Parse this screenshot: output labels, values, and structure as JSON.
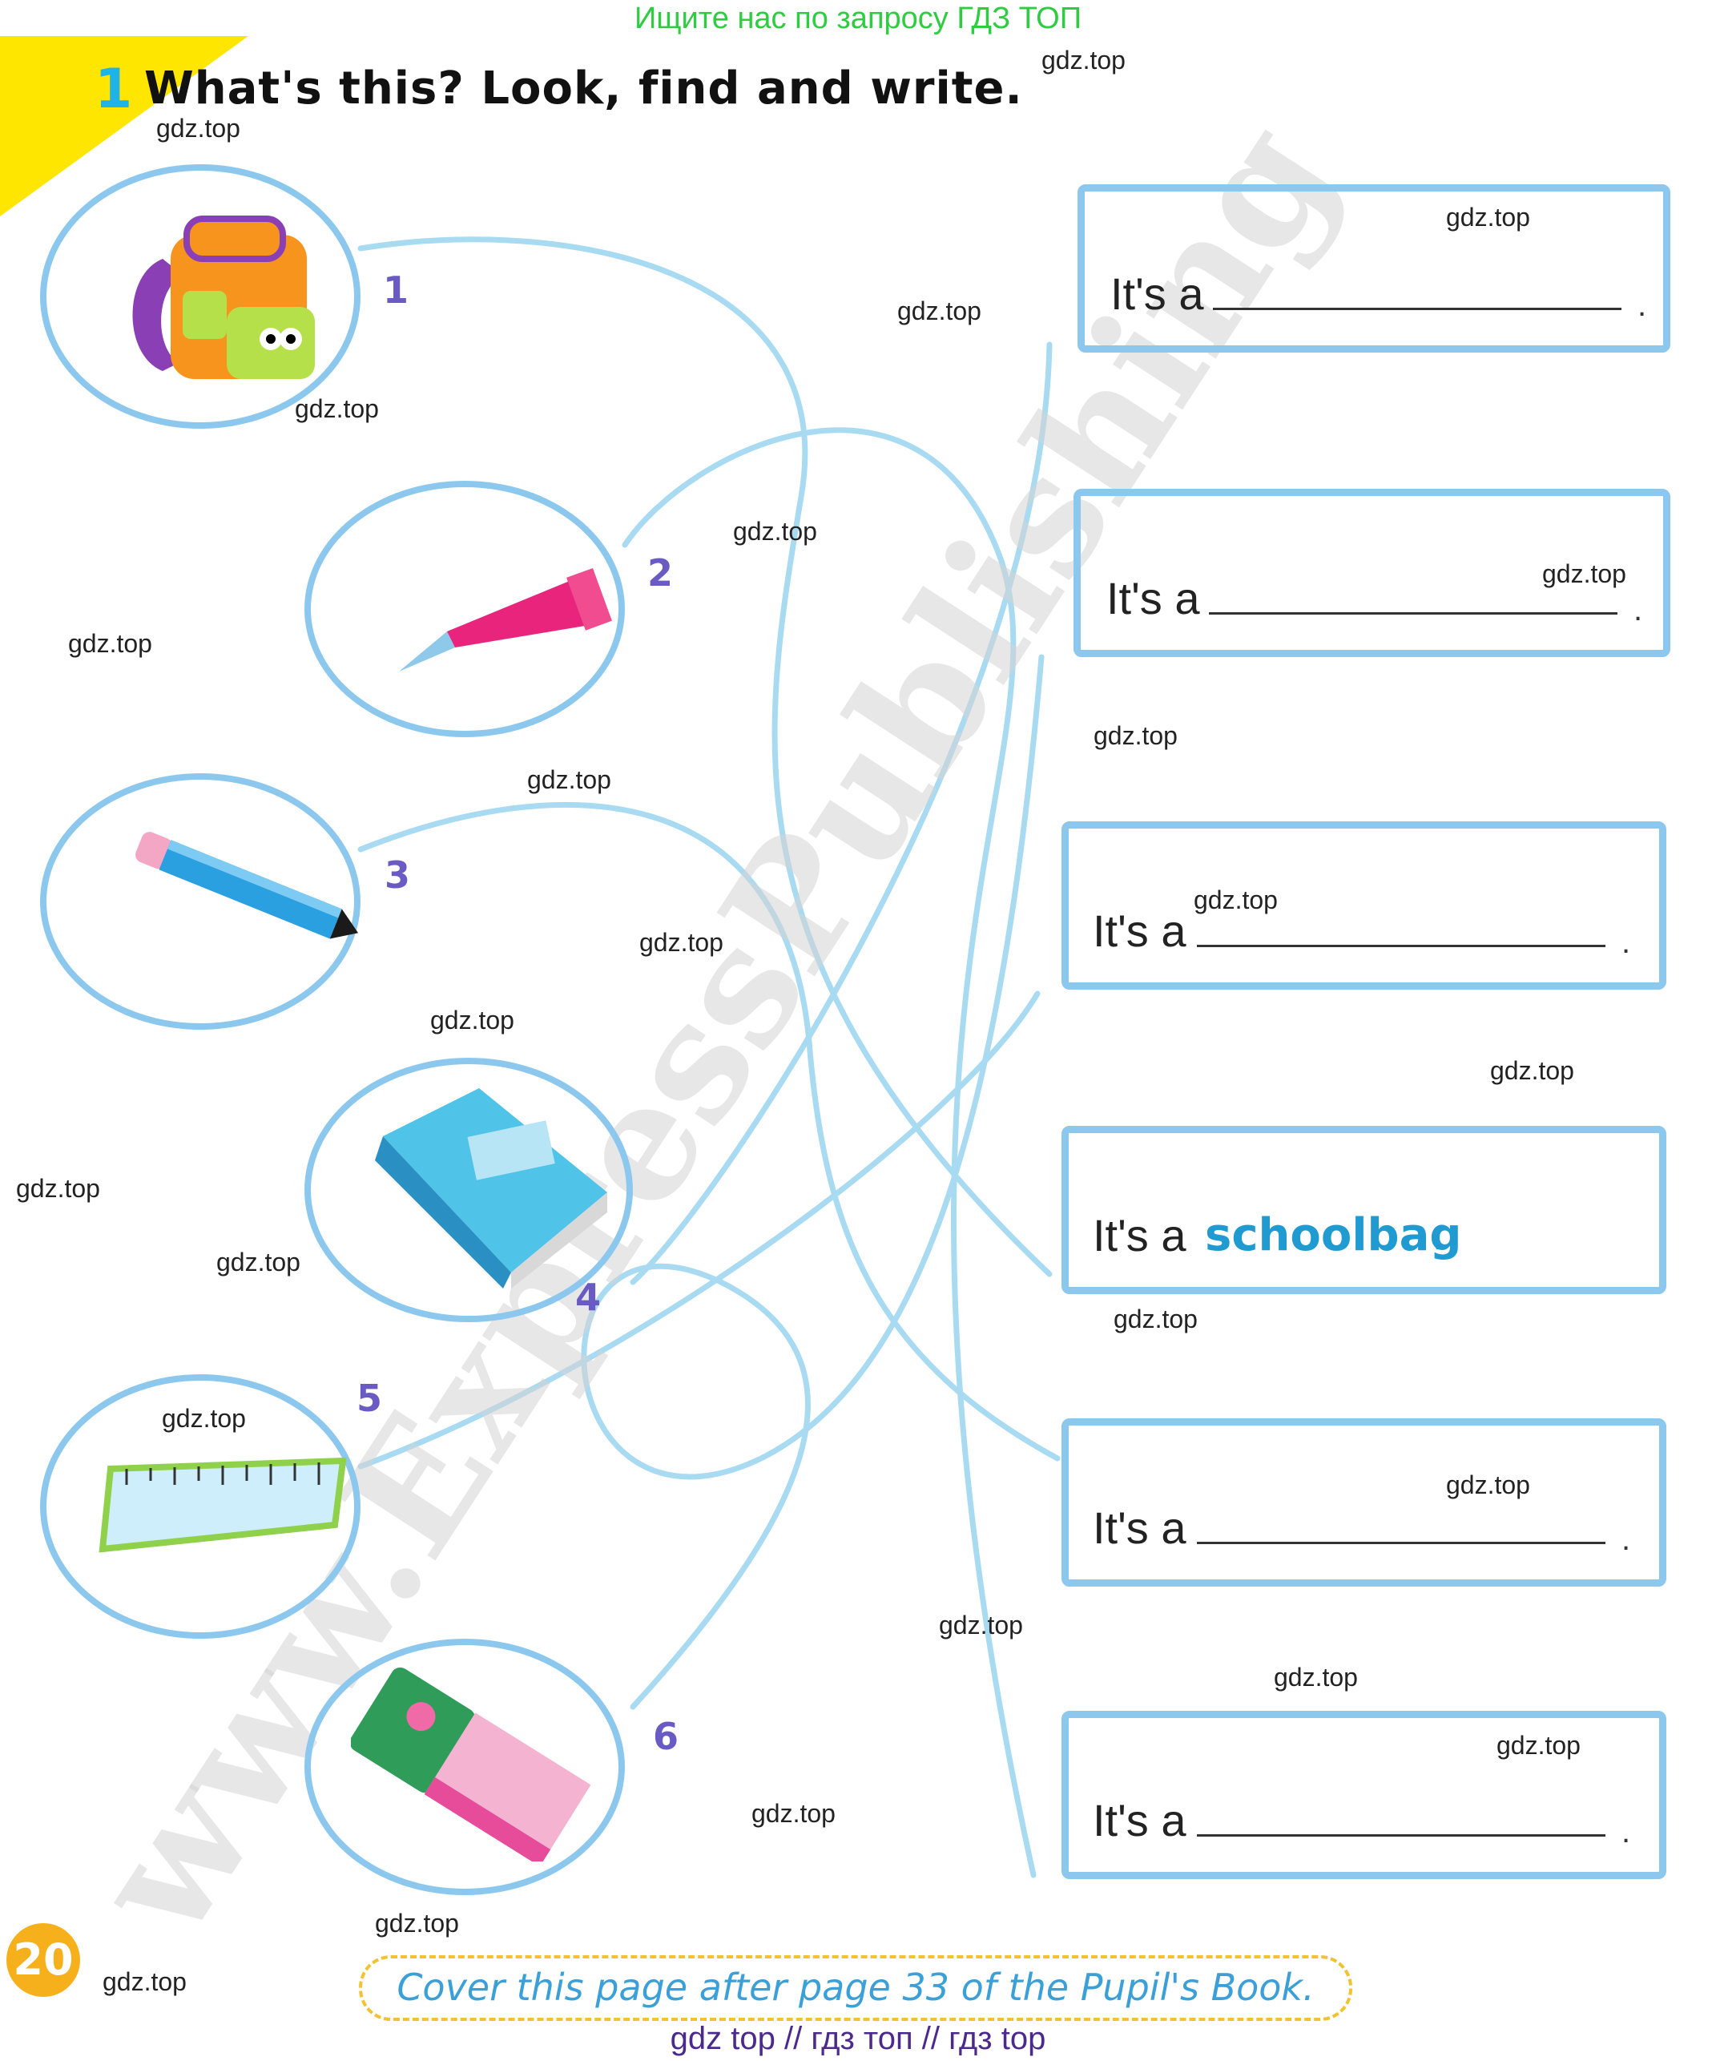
{
  "banner": "Ищите нас по запросу ГДЗ ТОП",
  "exercise": {
    "number": "1",
    "title": "What's this? Look, find and write."
  },
  "items": [
    {
      "number": "1",
      "icon": "schoolbag-icon"
    },
    {
      "number": "2",
      "icon": "pen-icon"
    },
    {
      "number": "3",
      "icon": "pencil-icon"
    },
    {
      "number": "4",
      "icon": "book-icon"
    },
    {
      "number": "5",
      "icon": "ruler-icon"
    },
    {
      "number": "6",
      "icon": "eraser-icon"
    }
  ],
  "sentences": [
    {
      "prefix": "It's a",
      "dot": "."
    },
    {
      "prefix": "It's a",
      "dot": "."
    },
    {
      "prefix": "It's a",
      "dot": "."
    },
    {
      "prefix": "It's a",
      "answer": "schoolbag",
      "dot": "."
    },
    {
      "prefix": "It's a",
      "dot": "."
    },
    {
      "prefix": "It's a",
      "dot": "."
    }
  ],
  "watermark_diagonal": "www.ExpressPublishing",
  "watermark_small": "gdz.top",
  "page_number": "20",
  "footer_note": "Cover this page after page 33 of the Pupil's Book.",
  "bottom_links": "gdz top  //  гдз топ  //  гдз top",
  "colors": {
    "accent_blue": "#8cc8ee",
    "answer_blue": "#1f9bd1",
    "banner_green": "#2ecc40",
    "page_badge": "#f5b01c",
    "number_purple": "#6a5bc4"
  }
}
